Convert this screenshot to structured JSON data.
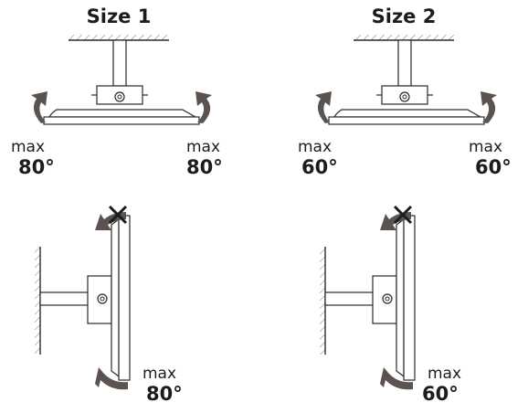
{
  "sizes": [
    {
      "title": "Size 1",
      "ceiling": {
        "left": {
          "max": "max",
          "angle": "80°"
        },
        "right": {
          "max": "max",
          "angle": "80°"
        }
      },
      "wall": {
        "max": "max",
        "angle": "80°"
      }
    },
    {
      "title": "Size 2",
      "ceiling": {
        "left": {
          "max": "max",
          "angle": "60°"
        },
        "right": {
          "max": "max",
          "angle": "60°"
        }
      },
      "wall": {
        "max": "max",
        "angle": "60°"
      }
    }
  ],
  "colors": {
    "arrow": "#5a5350",
    "line": "#2a2a2a",
    "text": "#1c1c1c"
  },
  "icons": [
    "ceiling-hatch",
    "wall-hatch",
    "rotate-arrow",
    "forbidden-cross"
  ]
}
